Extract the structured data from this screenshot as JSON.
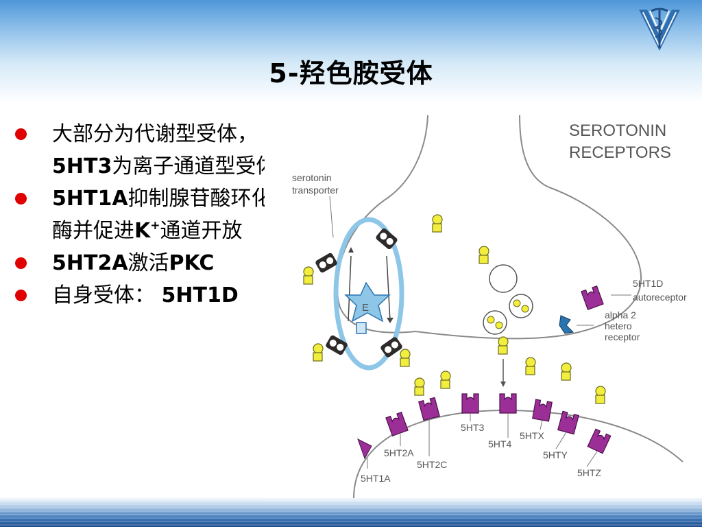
{
  "slide": {
    "title": "5-羟色胺受体",
    "colors": {
      "bullet": "#e00000",
      "receptor": "#9b2f97",
      "serotonin": "#f2ee3d",
      "transporter_ring": "#8ec6e8",
      "alpha2": "#2a74b0"
    },
    "bullets": [
      {
        "parts": [
          "大部分为代谢型受体，",
          "5HT3",
          "为离子通道型受体"
        ]
      },
      {
        "parts": [
          "5HT1A",
          "抑制腺苷酸环化酶并促进",
          "K",
          "+",
          "通道开放"
        ]
      },
      {
        "parts": [
          "5HT2A",
          "激活",
          "PKC"
        ]
      },
      {
        "parts": [
          "自身受体： ",
          "5HT1D"
        ]
      }
    ]
  },
  "figure": {
    "title_lines": [
      "SEROTONIN",
      "RECEPTORS"
    ],
    "transporter_label_lines": [
      "serotonin",
      "transporter"
    ],
    "autoreceptor_label_lines": [
      "5HT1D",
      "autoreceptor"
    ],
    "alpha2_label_lines": [
      "alpha 2",
      "hetero",
      "receptor"
    ],
    "enzyme_letter": "E",
    "postsynaptic_labels": [
      "5HT1A",
      "5HT2A",
      "5HT2C",
      "5HT3",
      "5HT4",
      "5HTX",
      "5HTY",
      "5HTZ"
    ]
  }
}
